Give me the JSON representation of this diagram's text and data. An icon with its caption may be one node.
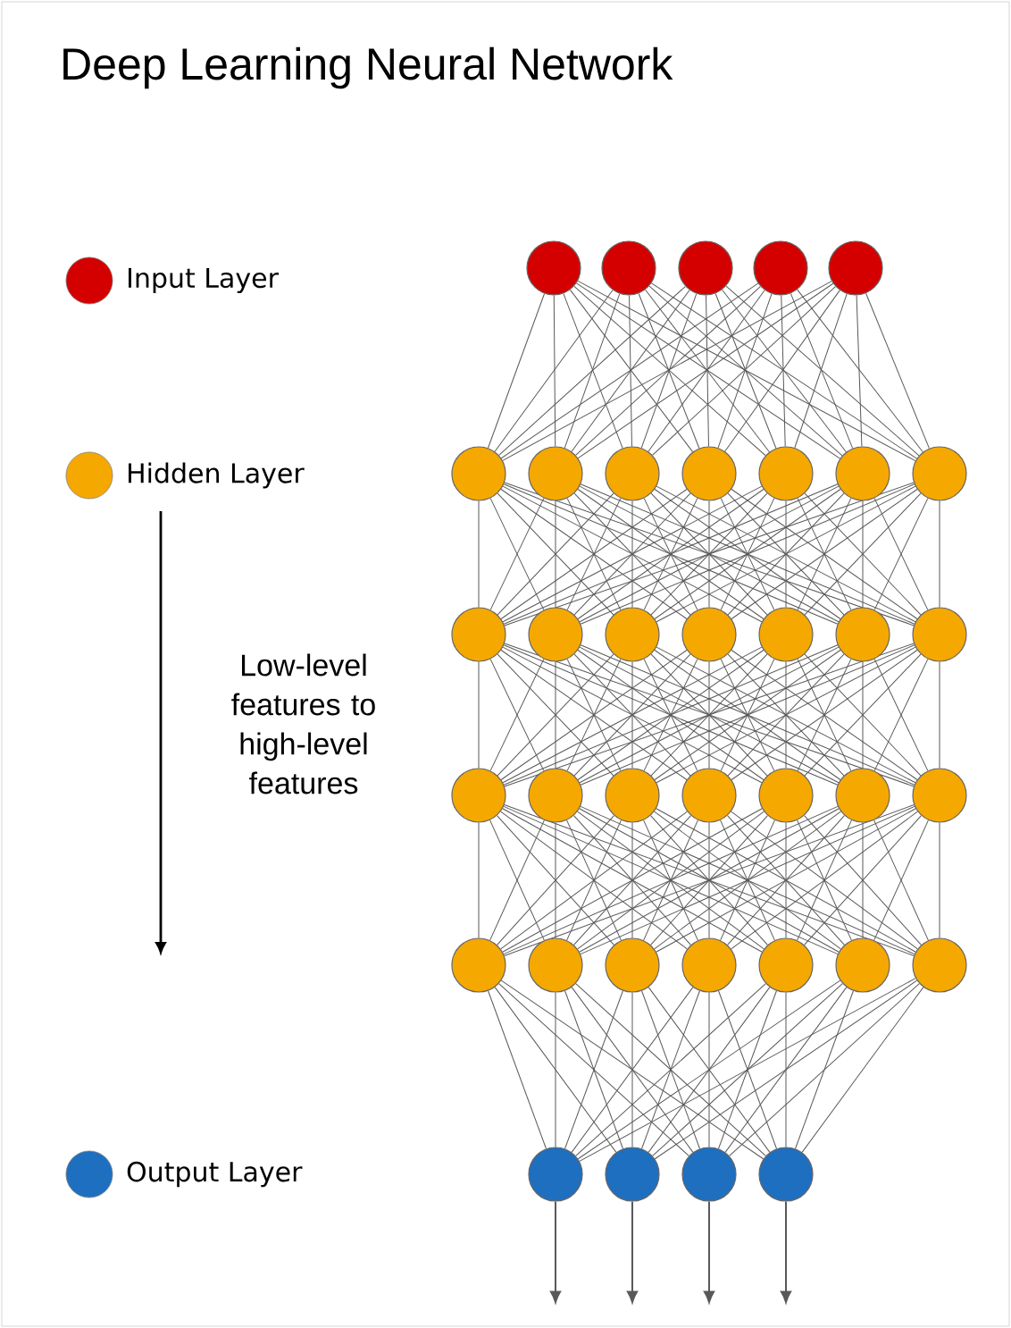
{
  "diagram": {
    "title": "Deep Learning Neural Network",
    "nodes": [
      {
        "text": [],
        "shape": "circle"
      },
      {
        "text": [],
        "shape": "circle"
      },
      {
        "text": [],
        "shape": "circle"
      },
      {
        "text": [],
        "shape": "circle"
      },
      {
        "text": [],
        "shape": "circle"
      },
      {
        "text": [],
        "shape": "circle"
      },
      {
        "text": [],
        "shape": "circle"
      },
      {
        "text": [],
        "shape": "circle"
      },
      {
        "text": [],
        "shape": "circle"
      },
      {
        "text": [],
        "shape": "circle"
      },
      {
        "text": [],
        "shape": "circle"
      },
      {
        "text": [],
        "shape": "circle"
      },
      {
        "text": [],
        "shape": "circle"
      },
      {
        "text": [],
        "shape": "circle"
      },
      {
        "text": [],
        "shape": "circle"
      },
      {
        "text": [],
        "shape": "circle"
      },
      {
        "text": [],
        "shape": "circle"
      },
      {
        "text": [],
        "shape": "circle"
      },
      {
        "text": [],
        "shape": "circle"
      },
      {
        "text": [],
        "shape": "circle"
      },
      {
        "text": [],
        "shape": "circle"
      },
      {
        "text": [],
        "shape": "circle"
      },
      {
        "text": [],
        "shape": "circle"
      },
      {
        "text": [],
        "shape": "circle"
      },
      {
        "text": [],
        "shape": "circle"
      },
      {
        "text": [],
        "shape": "circle"
      },
      {
        "text": [],
        "shape": "circle"
      },
      {
        "text": [],
        "shape": "circle"
      },
      {
        "text": [],
        "shape": "circle"
      },
      {
        "text": [],
        "shape": "circle"
      },
      {
        "text": [],
        "shape": "circle"
      },
      {
        "text": [],
        "shape": "circle"
      },
      {
        "text": [],
        "shape": "circle"
      },
      {
        "text": [],
        "shape": "circle"
      },
      {
        "text": [],
        "shape": "circle"
      },
      {
        "text": [],
        "shape": "circle"
      },
      {
        "text": [],
        "shape": "circle"
      }
    ],
    "edges": [
      {
        "from": 0,
        "to": 5,
        "arrow": "none"
      },
      {
        "from": 0,
        "to": 6,
        "arrow": "none"
      },
      {
        "from": 0,
        "to": 7,
        "arrow": "none"
      },
      {
        "from": 0,
        "to": 8,
        "arrow": "none"
      },
      {
        "from": 0,
        "to": 9,
        "arrow": "none"
      },
      {
        "from": 0,
        "to": 10,
        "arrow": "none"
      },
      {
        "from": 0,
        "to": 11,
        "arrow": "none"
      },
      {
        "from": 1,
        "to": 5,
        "arrow": "none"
      },
      {
        "from": 1,
        "to": 6,
        "arrow": "none"
      },
      {
        "from": 1,
        "to": 7,
        "arrow": "none"
      },
      {
        "from": 1,
        "to": 8,
        "arrow": "none"
      },
      {
        "from": 1,
        "to": 9,
        "arrow": "none"
      },
      {
        "from": 1,
        "to": 10,
        "arrow": "none"
      },
      {
        "from": 1,
        "to": 11,
        "arrow": "none"
      },
      {
        "from": 2,
        "to": 5,
        "arrow": "none"
      },
      {
        "from": 2,
        "to": 6,
        "arrow": "none"
      },
      {
        "from": 2,
        "to": 7,
        "arrow": "none"
      },
      {
        "from": 2,
        "to": 8,
        "arrow": "none"
      },
      {
        "from": 2,
        "to": 9,
        "arrow": "none"
      },
      {
        "from": 2,
        "to": 10,
        "arrow": "none"
      },
      {
        "from": 2,
        "to": 11,
        "arrow": "none"
      },
      {
        "from": 3,
        "to": 5,
        "arrow": "none"
      },
      {
        "from": 3,
        "to": 6,
        "arrow": "none"
      },
      {
        "from": 3,
        "to": 7,
        "arrow": "none"
      },
      {
        "from": 3,
        "to": 8,
        "arrow": "none"
      },
      {
        "from": 3,
        "to": 9,
        "arrow": "none"
      },
      {
        "from": 3,
        "to": 10,
        "arrow": "none"
      },
      {
        "from": 3,
        "to": 11,
        "arrow": "none"
      },
      {
        "from": 4,
        "to": 5,
        "arrow": "none"
      },
      {
        "from": 4,
        "to": 6,
        "arrow": "none"
      },
      {
        "from": 4,
        "to": 7,
        "arrow": "none"
      },
      {
        "from": 4,
        "to": 8,
        "arrow": "none"
      },
      {
        "from": 4,
        "to": 9,
        "arrow": "none"
      },
      {
        "from": 4,
        "to": 10,
        "arrow": "none"
      },
      {
        "from": 4,
        "to": 11,
        "arrow": "none"
      },
      {
        "from": 5,
        "to": 12,
        "arrow": "none"
      },
      {
        "from": 5,
        "to": 13,
        "arrow": "none"
      },
      {
        "from": 5,
        "to": 14,
        "arrow": "none"
      },
      {
        "from": 5,
        "to": 15,
        "arrow": "none"
      },
      {
        "from": 5,
        "to": 16,
        "arrow": "none"
      },
      {
        "from": 5,
        "to": 17,
        "arrow": "none"
      },
      {
        "from": 5,
        "to": 18,
        "arrow": "none"
      },
      {
        "from": 6,
        "to": 12,
        "arrow": "none"
      },
      {
        "from": 6,
        "to": 13,
        "arrow": "none"
      },
      {
        "from": 6,
        "to": 14,
        "arrow": "none"
      },
      {
        "from": 6,
        "to": 15,
        "arrow": "none"
      },
      {
        "from": 6,
        "to": 16,
        "arrow": "none"
      },
      {
        "from": 6,
        "to": 17,
        "arrow": "none"
      },
      {
        "from": 6,
        "to": 18,
        "arrow": "none"
      },
      {
        "from": 7,
        "to": 12,
        "arrow": "none"
      },
      {
        "from": 7,
        "to": 13,
        "arrow": "none"
      },
      {
        "from": 7,
        "to": 14,
        "arrow": "none"
      },
      {
        "from": 7,
        "to": 15,
        "arrow": "none"
      },
      {
        "from": 7,
        "to": 16,
        "arrow": "none"
      },
      {
        "from": 7,
        "to": 17,
        "arrow": "none"
      },
      {
        "from": 7,
        "to": 18,
        "arrow": "none"
      },
      {
        "from": 8,
        "to": 12,
        "arrow": "none"
      },
      {
        "from": 8,
        "to": 13,
        "arrow": "none"
      },
      {
        "from": 8,
        "to": 14,
        "arrow": "none"
      },
      {
        "from": 8,
        "to": 15,
        "arrow": "none"
      },
      {
        "from": 8,
        "to": 16,
        "arrow": "none"
      },
      {
        "from": 8,
        "to": 17,
        "arrow": "none"
      },
      {
        "from": 8,
        "to": 18,
        "arrow": "none"
      },
      {
        "from": 9,
        "to": 12,
        "arrow": "none"
      },
      {
        "from": 9,
        "to": 13,
        "arrow": "none"
      },
      {
        "from": 9,
        "to": 14,
        "arrow": "none"
      },
      {
        "from": 9,
        "to": 15,
        "arrow": "none"
      },
      {
        "from": 9,
        "to": 16,
        "arrow": "none"
      },
      {
        "from": 9,
        "to": 17,
        "arrow": "none"
      },
      {
        "from": 9,
        "to": 18,
        "arrow": "none"
      },
      {
        "from": 10,
        "to": 12,
        "arrow": "none"
      },
      {
        "from": 10,
        "to": 13,
        "arrow": "none"
      },
      {
        "from": 10,
        "to": 14,
        "arrow": "none"
      },
      {
        "from": 10,
        "to": 15,
        "arrow": "none"
      },
      {
        "from": 10,
        "to": 16,
        "arrow": "none"
      },
      {
        "from": 10,
        "to": 17,
        "arrow": "none"
      },
      {
        "from": 10,
        "to": 18,
        "arrow": "none"
      },
      {
        "from": 11,
        "to": 12,
        "arrow": "none"
      },
      {
        "from": 11,
        "to": 13,
        "arrow": "none"
      },
      {
        "from": 11,
        "to": 14,
        "arrow": "none"
      },
      {
        "from": 11,
        "to": 15,
        "arrow": "none"
      },
      {
        "from": 11,
        "to": 16,
        "arrow": "none"
      },
      {
        "from": 11,
        "to": 17,
        "arrow": "none"
      },
      {
        "from": 11,
        "to": 18,
        "arrow": "none"
      },
      {
        "from": 12,
        "to": 19,
        "arrow": "none"
      },
      {
        "from": 12,
        "to": 20,
        "arrow": "none"
      },
      {
        "from": 12,
        "to": 21,
        "arrow": "none"
      },
      {
        "from": 12,
        "to": 22,
        "arrow": "none"
      },
      {
        "from": 12,
        "to": 23,
        "arrow": "none"
      },
      {
        "from": 12,
        "to": 24,
        "arrow": "none"
      },
      {
        "from": 12,
        "to": 25,
        "arrow": "none"
      },
      {
        "from": 13,
        "to": 19,
        "arrow": "none"
      },
      {
        "from": 13,
        "to": 20,
        "arrow": "none"
      },
      {
        "from": 13,
        "to": 21,
        "arrow": "none"
      },
      {
        "from": 13,
        "to": 22,
        "arrow": "none"
      },
      {
        "from": 13,
        "to": 23,
        "arrow": "none"
      },
      {
        "from": 13,
        "to": 24,
        "arrow": "none"
      },
      {
        "from": 13,
        "to": 25,
        "arrow": "none"
      },
      {
        "from": 14,
        "to": 19,
        "arrow": "none"
      },
      {
        "from": 14,
        "to": 20,
        "arrow": "none"
      },
      {
        "from": 14,
        "to": 21,
        "arrow": "none"
      },
      {
        "from": 14,
        "to": 22,
        "arrow": "none"
      },
      {
        "from": 14,
        "to": 23,
        "arrow": "none"
      },
      {
        "from": 14,
        "to": 24,
        "arrow": "none"
      },
      {
        "from": 14,
        "to": 25,
        "arrow": "none"
      },
      {
        "from": 15,
        "to": 19,
        "arrow": "none"
      },
      {
        "from": 15,
        "to": 20,
        "arrow": "none"
      },
      {
        "from": 15,
        "to": 21,
        "arrow": "none"
      },
      {
        "from": 15,
        "to": 22,
        "arrow": "none"
      },
      {
        "from": 15,
        "to": 23,
        "arrow": "none"
      },
      {
        "from": 15,
        "to": 24,
        "arrow": "none"
      },
      {
        "from": 15,
        "to": 25,
        "arrow": "none"
      },
      {
        "from": 16,
        "to": 19,
        "arrow": "none"
      },
      {
        "from": 16,
        "to": 20,
        "arrow": "none"
      },
      {
        "from": 16,
        "to": 21,
        "arrow": "none"
      },
      {
        "from": 16,
        "to": 22,
        "arrow": "none"
      },
      {
        "from": 16,
        "to": 23,
        "arrow": "none"
      },
      {
        "from": 16,
        "to": 24,
        "arrow": "none"
      },
      {
        "from": 16,
        "to": 25,
        "arrow": "none"
      },
      {
        "from": 17,
        "to": 19,
        "arrow": "none"
      },
      {
        "from": 17,
        "to": 20,
        "arrow": "none"
      },
      {
        "from": 17,
        "to": 21,
        "arrow": "none"
      },
      {
        "from": 17,
        "to": 22,
        "arrow": "none"
      },
      {
        "from": 17,
        "to": 23,
        "arrow": "none"
      },
      {
        "from": 17,
        "to": 24,
        "arrow": "none"
      },
      {
        "from": 17,
        "to": 25,
        "arrow": "none"
      },
      {
        "from": 18,
        "to": 19,
        "arrow": "none"
      },
      {
        "from": 18,
        "to": 20,
        "arrow": "none"
      },
      {
        "from": 18,
        "to": 21,
        "arrow": "none"
      },
      {
        "from": 18,
        "to": 22,
        "arrow": "none"
      },
      {
        "from": 18,
        "to": 23,
        "arrow": "none"
      },
      {
        "from": 18,
        "to": 24,
        "arrow": "none"
      },
      {
        "from": 18,
        "to": 25,
        "arrow": "none"
      },
      {
        "from": 19,
        "to": 26,
        "arrow": "none"
      },
      {
        "from": 19,
        "to": 27,
        "arrow": "none"
      },
      {
        "from": 19,
        "to": 28,
        "arrow": "none"
      },
      {
        "from": 19,
        "to": 29,
        "arrow": "none"
      },
      {
        "from": 19,
        "to": 30,
        "arrow": "none"
      },
      {
        "from": 19,
        "to": 31,
        "arrow": "none"
      },
      {
        "from": 19,
        "to": 32,
        "arrow": "none"
      },
      {
        "from": 20,
        "to": 26,
        "arrow": "none"
      },
      {
        "from": 20,
        "to": 27,
        "arrow": "none"
      },
      {
        "from": 20,
        "to": 28,
        "arrow": "none"
      },
      {
        "from": 20,
        "to": 29,
        "arrow": "none"
      },
      {
        "from": 20,
        "to": 30,
        "arrow": "none"
      },
      {
        "from": 20,
        "to": 31,
        "arrow": "none"
      },
      {
        "from": 20,
        "to": 32,
        "arrow": "none"
      },
      {
        "from": 21,
        "to": 26,
        "arrow": "none"
      },
      {
        "from": 21,
        "to": 27,
        "arrow": "none"
      },
      {
        "from": 21,
        "to": 28,
        "arrow": "none"
      },
      {
        "from": 21,
        "to": 29,
        "arrow": "none"
      },
      {
        "from": 21,
        "to": 30,
        "arrow": "none"
      },
      {
        "from": 21,
        "to": 31,
        "arrow": "none"
      },
      {
        "from": 21,
        "to": 32,
        "arrow": "none"
      },
      {
        "from": 22,
        "to": 26,
        "arrow": "none"
      },
      {
        "from": 22,
        "to": 27,
        "arrow": "none"
      },
      {
        "from": 22,
        "to": 28,
        "arrow": "none"
      },
      {
        "from": 22,
        "to": 29,
        "arrow": "none"
      },
      {
        "from": 22,
        "to": 30,
        "arrow": "none"
      },
      {
        "from": 22,
        "to": 31,
        "arrow": "none"
      },
      {
        "from": 22,
        "to": 32,
        "arrow": "none"
      },
      {
        "from": 23,
        "to": 26,
        "arrow": "none"
      },
      {
        "from": 23,
        "to": 27,
        "arrow": "none"
      },
      {
        "from": 23,
        "to": 28,
        "arrow": "none"
      },
      {
        "from": 23,
        "to": 29,
        "arrow": "none"
      },
      {
        "from": 23,
        "to": 30,
        "arrow": "none"
      },
      {
        "from": 23,
        "to": 31,
        "arrow": "none"
      },
      {
        "from": 23,
        "to": 32,
        "arrow": "none"
      },
      {
        "from": 24,
        "to": 26,
        "arrow": "none"
      },
      {
        "from": 24,
        "to": 27,
        "arrow": "none"
      },
      {
        "from": 24,
        "to": 28,
        "arrow": "none"
      },
      {
        "from": 24,
        "to": 29,
        "arrow": "none"
      },
      {
        "from": 24,
        "to": 30,
        "arrow": "none"
      },
      {
        "from": 24,
        "to": 31,
        "arrow": "none"
      },
      {
        "from": 24,
        "to": 32,
        "arrow": "none"
      },
      {
        "from": 25,
        "to": 26,
        "arrow": "none"
      },
      {
        "from": 25,
        "to": 27,
        "arrow": "none"
      },
      {
        "from": 25,
        "to": 28,
        "arrow": "none"
      },
      {
        "from": 25,
        "to": 29,
        "arrow": "none"
      },
      {
        "from": 25,
        "to": 30,
        "arrow": "none"
      },
      {
        "from": 25,
        "to": 31,
        "arrow": "none"
      },
      {
        "from": 25,
        "to": 32,
        "arrow": "none"
      },
      {
        "from": 26,
        "to": 33,
        "arrow": "none"
      },
      {
        "from": 26,
        "to": 34,
        "arrow": "none"
      },
      {
        "from": 26,
        "to": 35,
        "arrow": "none"
      },
      {
        "from": 26,
        "to": 36,
        "arrow": "none"
      },
      {
        "from": 27,
        "to": 33,
        "arrow": "none"
      },
      {
        "from": 27,
        "to": 34,
        "arrow": "none"
      },
      {
        "from": 27,
        "to": 35,
        "arrow": "none"
      },
      {
        "from": 27,
        "to": 36,
        "arrow": "none"
      },
      {
        "from": 28,
        "to": 33,
        "arrow": "none"
      },
      {
        "from": 28,
        "to": 34,
        "arrow": "none"
      },
      {
        "from": 28,
        "to": 35,
        "arrow": "none"
      },
      {
        "from": 28,
        "to": 36,
        "arrow": "none"
      },
      {
        "from": 29,
        "to": 33,
        "arrow": "none"
      },
      {
        "from": 29,
        "to": 34,
        "arrow": "none"
      },
      {
        "from": 29,
        "to": 35,
        "arrow": "none"
      },
      {
        "from": 29,
        "to": 36,
        "arrow": "none"
      },
      {
        "from": 30,
        "to": 33,
        "arrow": "none"
      },
      {
        "from": 30,
        "to": 34,
        "arrow": "none"
      },
      {
        "from": 30,
        "to": 35,
        "arrow": "none"
      },
      {
        "from": 30,
        "to": 36,
        "arrow": "none"
      },
      {
        "from": 31,
        "to": 33,
        "arrow": "none"
      },
      {
        "from": 31,
        "to": 34,
        "arrow": "none"
      },
      {
        "from": 31,
        "to": 35,
        "arrow": "none"
      },
      {
        "from": 31,
        "to": 36,
        "arrow": "none"
      },
      {
        "from": 32,
        "to": 33,
        "arrow": "none"
      },
      {
        "from": 32,
        "to": 34,
        "arrow": "none"
      },
      {
        "from": 32,
        "to": 35,
        "arrow": "none"
      },
      {
        "from": 32,
        "to": 36,
        "arrow": "none"
      },
      {
        "from": 33,
        "to": null,
        "arrow": "to"
      },
      {
        "from": 34,
        "to": null,
        "arrow": "to"
      },
      {
        "from": 35,
        "to": null,
        "arrow": "to"
      },
      {
        "from": 36,
        "to": null,
        "arrow": "to"
      }
    ],
    "labels": [
      "Low-level features to high-level features"
    ],
    "legend": [
      {
        "text": "Input Layer",
        "color": "#d40000"
      },
      {
        "text": "Hidden Layer",
        "color": "#f5a800"
      },
      {
        "text": "Output Layer",
        "color": "#1e6fc0"
      }
    ]
  }
}
